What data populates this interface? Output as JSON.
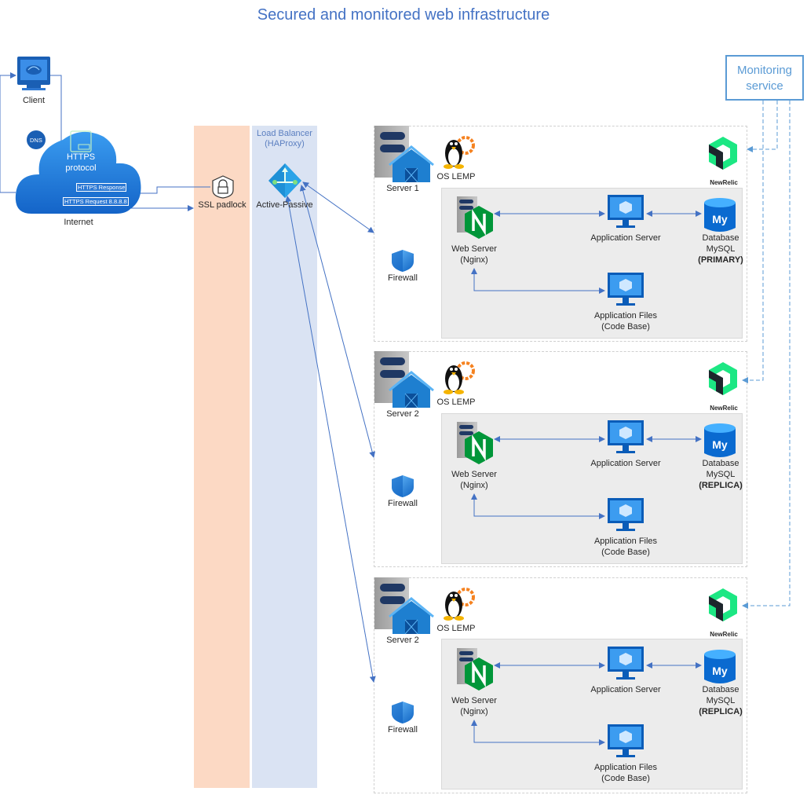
{
  "title": "Secured and monitored web infrastructure",
  "client": {
    "label": "Client"
  },
  "internet": {
    "label": "Internet",
    "dns_label": "DNS",
    "protocol_label_1": "HTTPS",
    "protocol_label_2": "protocol",
    "response_label": "HTTPS Response",
    "request_label": "HTTPS Request 8.8.8.8"
  },
  "ssl": {
    "label": "SSL padlock"
  },
  "load_balancer": {
    "title_1": "Load Balancer",
    "title_2": "(HAProxy)",
    "mode_label": "Active-Passive"
  },
  "monitoring": {
    "label_1": "Monitoring",
    "label_2": "service"
  },
  "servers": [
    {
      "name": "Server 1",
      "os_label": "OS LEMP",
      "agent_label": "NewRelic",
      "firewall_label": "Firewall",
      "web_label_1": "Web Server",
      "web_label_2": "(Nginx)",
      "app_label": "Application Server",
      "db_label_1": "Database",
      "db_label_2": "MySQL",
      "db_role": "(PRIMARY)",
      "files_label_1": "Application Files",
      "files_label_2": "(Code Base)"
    },
    {
      "name": "Server 2",
      "os_label": "OS LEMP",
      "agent_label": "NewRelic",
      "firewall_label": "Firewall",
      "web_label_1": "Web Server",
      "web_label_2": "(Nginx)",
      "app_label": "Application Server",
      "db_label_1": "Database",
      "db_label_2": "MySQL",
      "db_role": "(REPLICA)",
      "files_label_1": "Application Files",
      "files_label_2": "(Code Base)"
    },
    {
      "name": "Server 2",
      "os_label": "OS LEMP",
      "agent_label": "NewRelic",
      "firewall_label": "Firewall",
      "web_label_1": "Web Server",
      "web_label_2": "(Nginx)",
      "app_label": "Application Server",
      "db_label_1": "Database",
      "db_label_2": "MySQL",
      "db_role": "(REPLICA)",
      "files_label_1": "Application Files",
      "files_label_2": "(Code Base)"
    }
  ],
  "colors": {
    "title": "#4472c4",
    "connector": "#4472c4",
    "ssl_band": "#fcd9c4",
    "lb_band": "#dae3f3",
    "monitoring": "#5b9bd5",
    "nginx": "#009639",
    "newrelic": "#1ce783",
    "azure_blue": "#0078d4"
  }
}
